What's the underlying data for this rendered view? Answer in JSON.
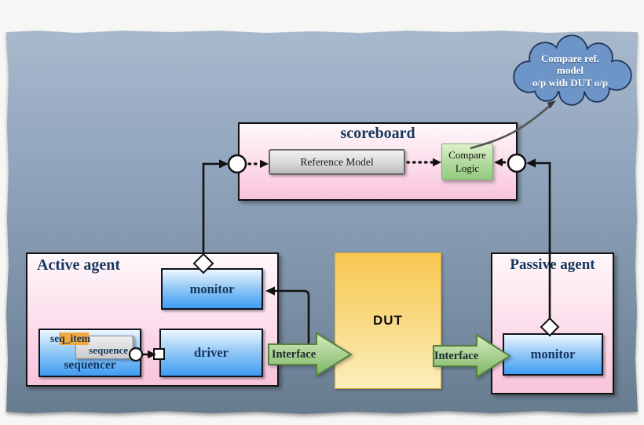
{
  "diagram": {
    "cloud": {
      "lines": [
        "Compare ref.",
        "model",
        "o/p with DUT o/p"
      ]
    },
    "scoreboard": {
      "title": "scoreboard",
      "reference_model": "Reference Model",
      "compare_logic": "Compare Logic"
    },
    "active_agent": {
      "title": "Active agent",
      "monitor": "monitor",
      "sequencer": "sequencer",
      "seq_item": "seq_item",
      "sequence": "sequence",
      "driver": "driver"
    },
    "dut": {
      "label": "DUT"
    },
    "interface_left": {
      "label": "Interface"
    },
    "interface_right": {
      "label": "Interface"
    },
    "passive_agent": {
      "title": "Passive agent",
      "monitor": "monitor"
    },
    "colors": {
      "panel_top": "#a9b9cd",
      "panel_bottom": "#687c90",
      "agent_pink_top": "#fef8fb",
      "agent_pink_bottom": "#f8c3dc",
      "block_blue": "#3f9df3",
      "dut_gold": "#f8c750",
      "interface_green": "#8cbf72",
      "compare_green": "#93ca7e",
      "reference_gray": "#d8d8d8",
      "cloud_blue": "#6d95c8",
      "highlight_orange": "#f0a93c",
      "title_navy": "#17365d"
    }
  }
}
